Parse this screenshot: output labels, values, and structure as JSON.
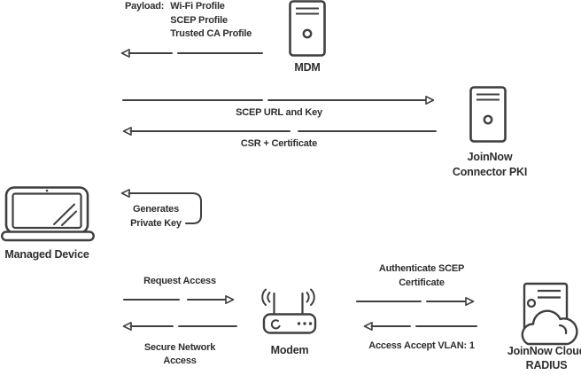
{
  "colors": {
    "background": "#ffffff",
    "stroke": "#3f3f3f",
    "text": "#2e2e2e"
  },
  "nodes": {
    "mdm": {
      "label": "MDM",
      "icon": "server-icon"
    },
    "connector_pki": {
      "label_line1": "JoinNow",
      "label_line2": "Connector PKI",
      "icon": "server-icon"
    },
    "managed_device": {
      "label": "Managed Device",
      "icon": "laptop-icon"
    },
    "modem": {
      "label": "Modem",
      "icon": "wifi-router-icon"
    },
    "cloud_radius": {
      "label_line1": "JoinNow Cloud",
      "label_line2": "RADIUS",
      "icon": "cloud-server-icon"
    }
  },
  "messages": {
    "payload": {
      "prefix": "Payload:",
      "items": [
        "Wi-Fi Profile",
        "SCEP Profile",
        "Trusted CA Profile"
      ]
    },
    "scep_url_and_key": {
      "label": "SCEP URL and Key"
    },
    "csr_certificate": {
      "label": "CSR + Certificate"
    },
    "generates_private_key": {
      "line1": "Generates",
      "line2": "Private Key"
    },
    "request_access": {
      "label": "Request Access"
    },
    "secure_network_access": {
      "line1": "Secure Network",
      "line2": "Access"
    },
    "authenticate_scep": {
      "line1": "Authenticate SCEP",
      "line2": "Certificate"
    },
    "access_accept": {
      "label": "Access Accept VLAN: 1"
    }
  }
}
